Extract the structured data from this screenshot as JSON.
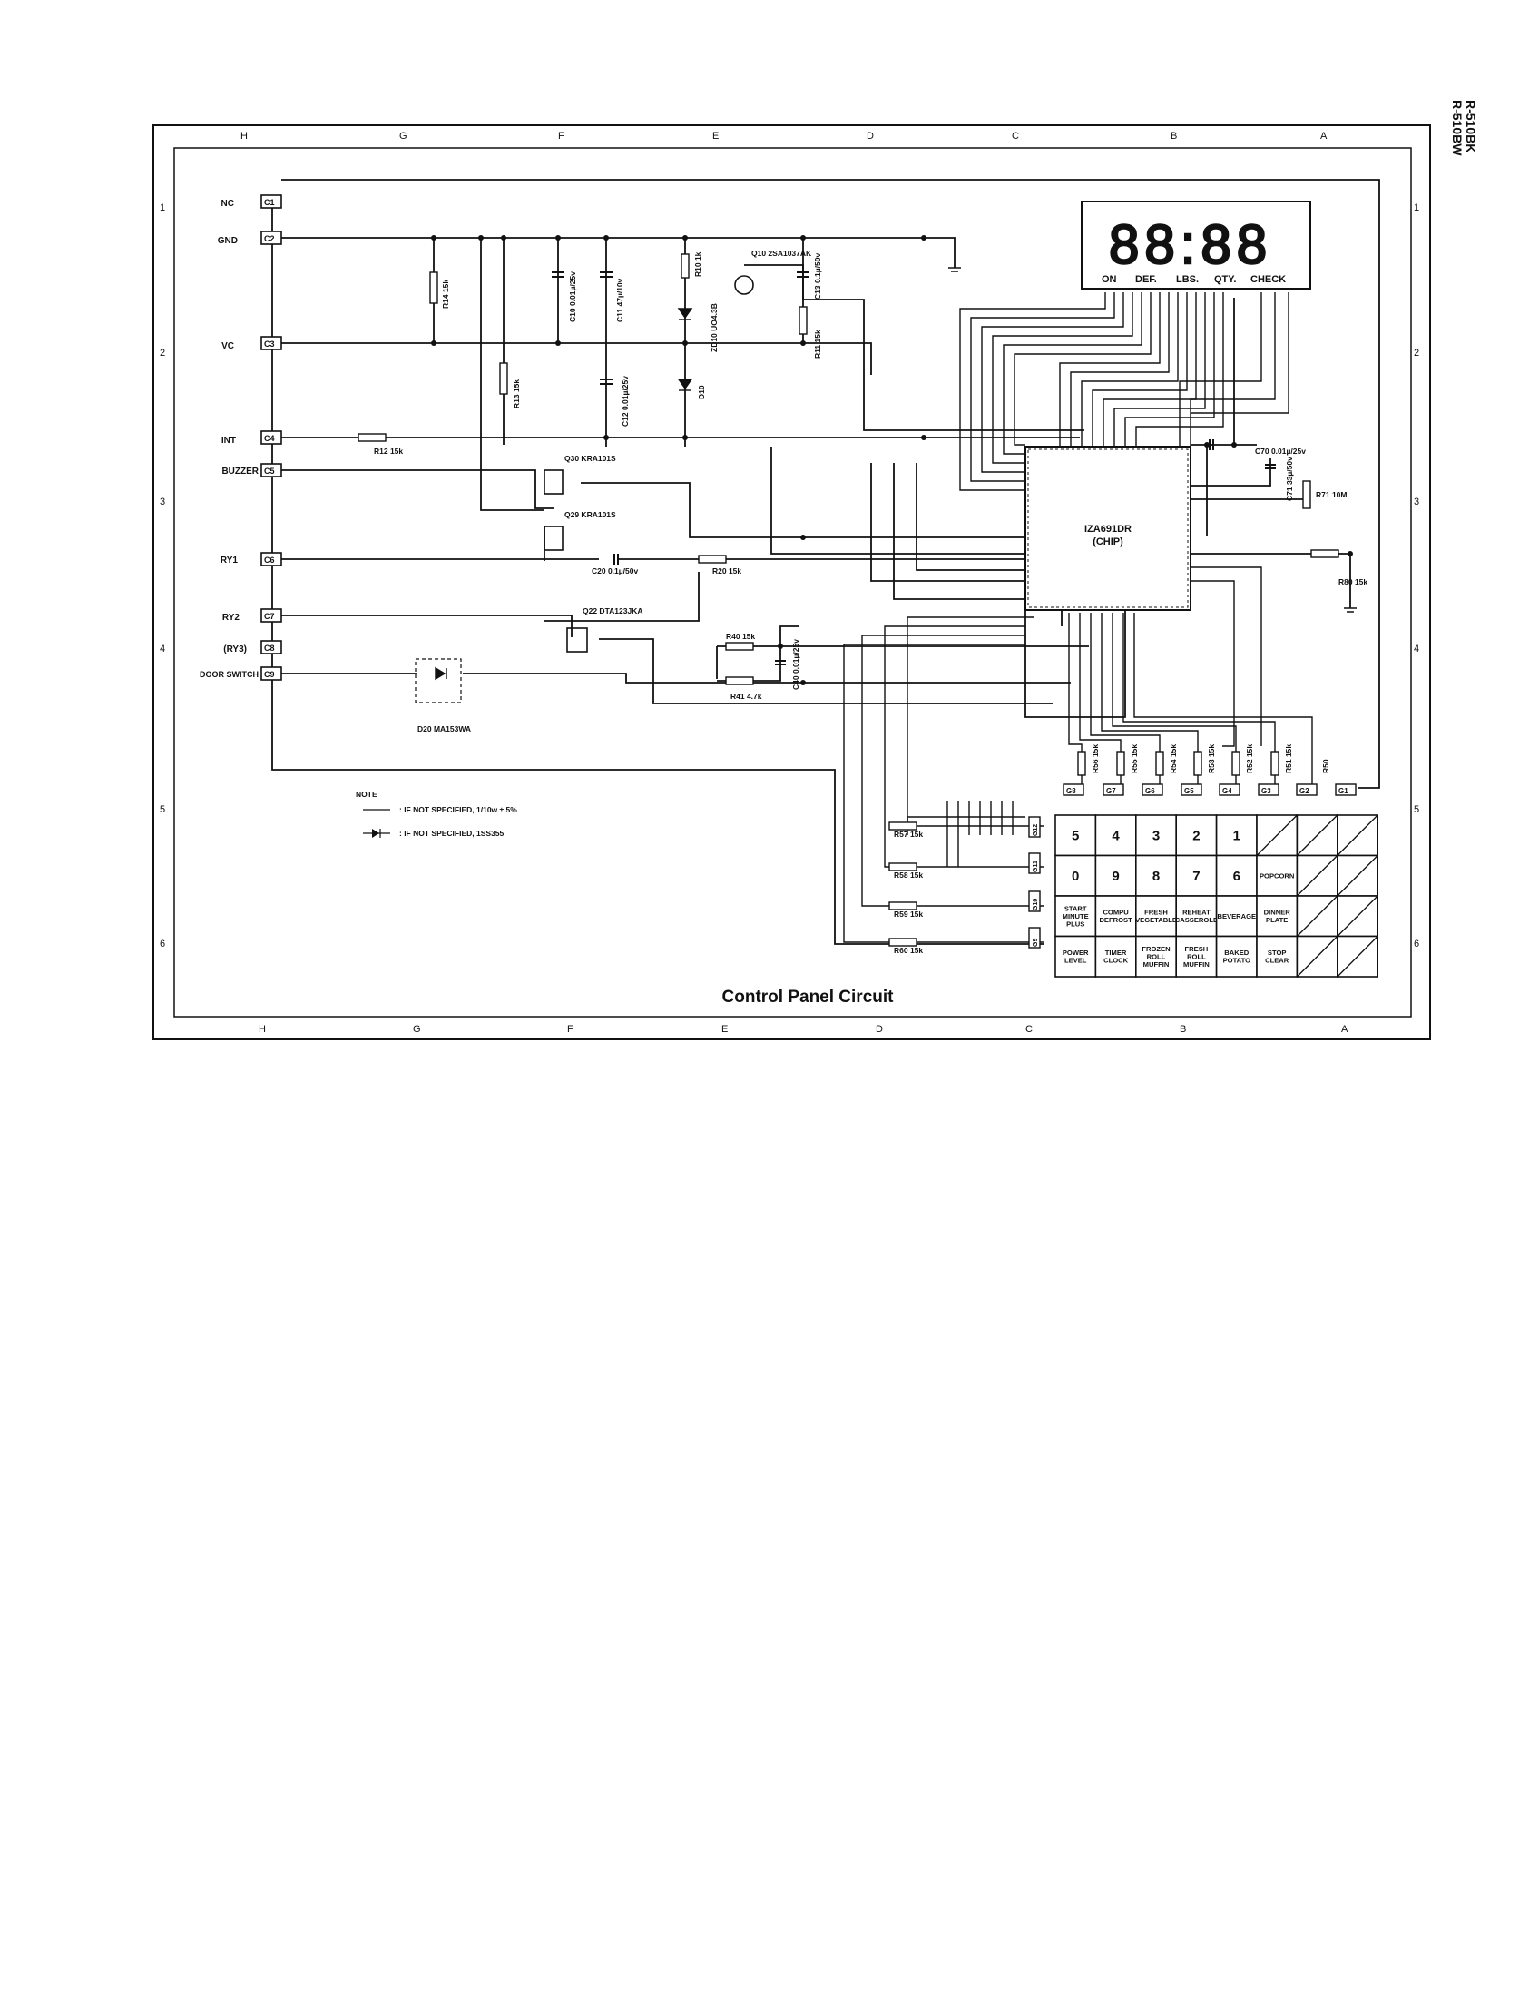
{
  "model_numbers": [
    "R-510BK",
    "R-510BW"
  ],
  "title": "Control Panel Circuit",
  "grid": {
    "columns": [
      "H",
      "G",
      "F",
      "E",
      "D",
      "C",
      "B",
      "A"
    ],
    "rows": [
      "1",
      "2",
      "3",
      "4",
      "5",
      "6"
    ]
  },
  "connectors": [
    {
      "id": "C1",
      "signal": "NC"
    },
    {
      "id": "C2",
      "signal": "GND"
    },
    {
      "id": "C3",
      "signal": "VC"
    },
    {
      "id": "C4",
      "signal": "INT"
    },
    {
      "id": "C5",
      "signal": "BUZZER"
    },
    {
      "id": "C6",
      "signal": "RY1"
    },
    {
      "id": "C7",
      "signal": "RY2"
    },
    {
      "id": "C8",
      "signal": "(RY3)"
    },
    {
      "id": "C9",
      "signal": "DOOR SWITCH"
    }
  ],
  "display": {
    "digits": "88:88",
    "indicators": [
      "ON",
      "DEF.",
      "LBS.",
      "QTY.",
      "CHECK"
    ]
  },
  "chip": {
    "part": "IZA691DR",
    "label": "(CHIP)"
  },
  "components": {
    "r14": "R14 15k",
    "c10": "C10 0.01µ/25v",
    "c11": "C11 47µ/10v",
    "r10": "R10 1k",
    "q10": "Q10 2SA1037AK",
    "c13": "C13 0.1µ/50v",
    "zd10": "ZD10 UO4.3B",
    "r11": "R11 15k",
    "r13": "R13 15k",
    "c12": "C12 0.01µ/25v",
    "d10": "D10",
    "r12": "R12 15k",
    "q30": "Q30 KRA101S",
    "q29": "Q29 KRA101S",
    "c20": "C20 0.1µ/50v",
    "r20": "R20 15k",
    "q22": "Q22 DTA123JKA",
    "r40": "R40 15k",
    "r41": "R41 4.7k",
    "c40": "C40 0.01µ/25v",
    "d20": "D20 MA153WA",
    "c70": "C70 0.01µ/25v",
    "c71": "C71 33µ/50v",
    "r71": "R71 10M",
    "r80": "R80 15k",
    "r57": "R57 15k",
    "r58": "R58 15k",
    "r59": "R59 15k",
    "r60": "R60 15k"
  },
  "scan_resistors": [
    "R56 15k",
    "R55 15k",
    "R54 15k",
    "R53 15k",
    "R52 15k",
    "R51 15k",
    "R50"
  ],
  "grid_lines": [
    "G8",
    "G7",
    "G6",
    "G5",
    "G4",
    "G3",
    "G2",
    "G1"
  ],
  "return_lines": [
    "G12",
    "G11",
    "G10",
    "G9"
  ],
  "keypad": [
    [
      "5",
      "4",
      "3",
      "2",
      "1",
      "",
      "",
      ""
    ],
    [
      "0",
      "9",
      "8",
      "7",
      "6",
      "POPCORN",
      "",
      ""
    ],
    [
      "START MINUTE PLUS",
      "COMPU DEFROST",
      "FRESH VEGETABLE",
      "REHEAT CASSEROLE",
      "BEVERAGE",
      "DINNER PLATE",
      "",
      ""
    ],
    [
      "POWER LEVEL",
      "TIMER CLOCK",
      "FROZEN ROLL MUFFIN",
      "FRESH ROLL MUFFIN",
      "BAKED POTATO",
      "STOP CLEAR",
      "",
      ""
    ]
  ],
  "notes": {
    "heading": "NOTE",
    "resistor": ": IF NOT SPECIFIED, 1/10w ± 5%",
    "diode": ": IF NOT SPECIFIED, 1SS355"
  }
}
